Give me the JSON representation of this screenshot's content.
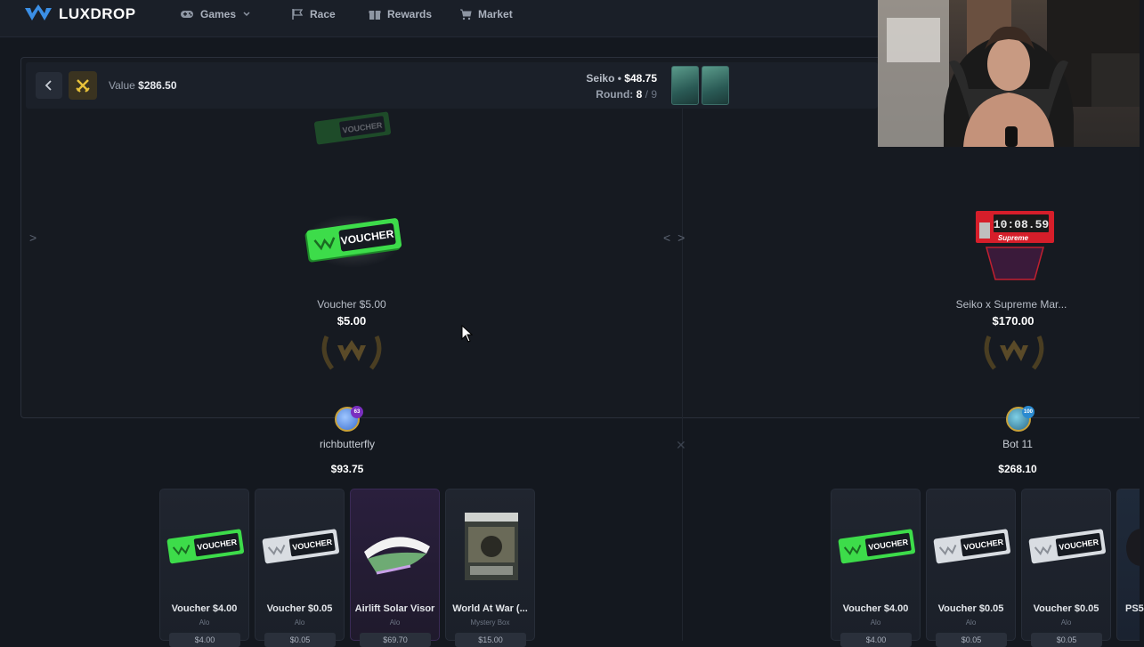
{
  "nav": {
    "logo_text": "LUXDROP",
    "items": [
      {
        "label": "Games",
        "icon": "gamepad-icon"
      },
      {
        "label": "Race",
        "icon": "flag-icon"
      },
      {
        "label": "Rewards",
        "icon": "gift-icon"
      },
      {
        "label": "Market",
        "icon": "cart-icon"
      }
    ]
  },
  "battle": {
    "value_label": "Value",
    "value": "$286.50",
    "case_name": "Seiko",
    "case_price": "$48.75",
    "round_label": "Round:",
    "round_current": "8",
    "round_total": "/ 9"
  },
  "drops": [
    {
      "name": "Voucher $5.00",
      "price": "$5.00"
    },
    {
      "name": "Seiko x Supreme Mar...",
      "price": "$170.00"
    }
  ],
  "players": [
    {
      "name": "richbutterfly",
      "total": "$93.75",
      "level": "63"
    },
    {
      "name": "Bot 11",
      "total": "$268.10",
      "level": "100"
    }
  ],
  "cards_left": [
    {
      "name": "Voucher $4.00",
      "sub": "Alo",
      "price": "$4.00",
      "kind": "voucher-green"
    },
    {
      "name": "Voucher $0.05",
      "sub": "Alo",
      "price": "$0.05",
      "kind": "voucher-white"
    },
    {
      "name": "Airlift Solar Visor",
      "sub": "Alo",
      "price": "$69.70",
      "kind": "visor"
    },
    {
      "name": "World At War (...",
      "sub": "Mystery Box",
      "price": "$15.00",
      "kind": "game"
    }
  ],
  "cards_right": [
    {
      "name": "Voucher $4.00",
      "sub": "Alo",
      "price": "$4.00",
      "kind": "voucher-green"
    },
    {
      "name": "Voucher $0.05",
      "sub": "Alo",
      "price": "$0.05",
      "kind": "voucher-white"
    },
    {
      "name": "Voucher $0.05",
      "sub": "Alo",
      "price": "$0.05",
      "kind": "voucher-white"
    },
    {
      "name": "PS5",
      "sub": "",
      "price": "",
      "kind": "controller"
    }
  ],
  "voucher_text": "VOUCHER",
  "watch_text": "10:08.59",
  "watch_brand": "Supreme",
  "colors": {
    "accent_green": "#3ddc4a",
    "gold": "#c9a23a",
    "bg": "#14181f",
    "panel": "#1b2029"
  }
}
